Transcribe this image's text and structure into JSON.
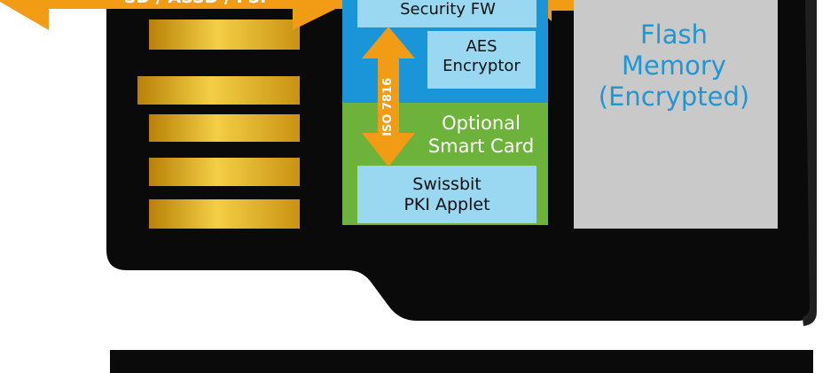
{
  "diagram": {
    "flash_title": "Flash\nMemory\n(Encrypted)",
    "security_fw": "Security FW",
    "aes_encryptor": "AES\nEncryptor",
    "optional_smart_card": "Optional\nSmart Card",
    "pki_applet": "Swissbit\nPKI Applet",
    "interface_label": "SD / ASSD / FSI",
    "iso_label": "ISO 7816"
  },
  "colors": {
    "card_body": "#0a0a0a",
    "gold_contact": "#e3b21e",
    "orange_arrow": "#f29b14",
    "controller_blue": "#1a96d8",
    "module_light_blue": "#9ad8f2",
    "smart_card_green": "#6db23a",
    "flash_gray": "#c9c9c9",
    "flash_text": "#2196d3"
  }
}
